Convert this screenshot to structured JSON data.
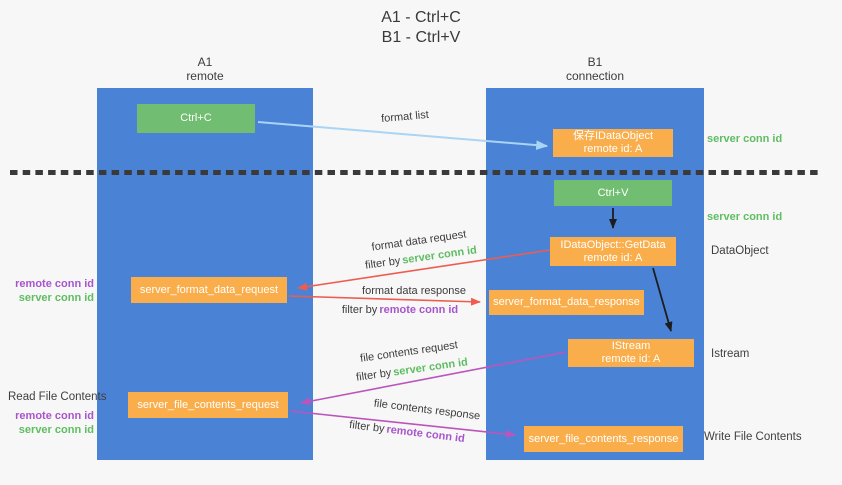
{
  "title": {
    "line1": "A1 - Ctrl+C",
    "line2": "B1 - Ctrl+V"
  },
  "columns": {
    "left": {
      "id": "A1",
      "role": "remote"
    },
    "right": {
      "id": "B1",
      "role": "connection"
    }
  },
  "nodes": {
    "ctrl_c": {
      "label": "Ctrl+C"
    },
    "ctrl_v": {
      "label": "Ctrl+V"
    },
    "save_idataobject": {
      "line1": "保存IDataObject",
      "line2": "remote id: A"
    },
    "getdata": {
      "line1": "IDataObject::GetData",
      "line2": "remote id: A"
    },
    "istream": {
      "line1": "IStream",
      "line2": "remote id: A"
    },
    "server_format_data_request": {
      "label": "server_format_data_request"
    },
    "server_format_data_response": {
      "label": "server_format_data_response"
    },
    "server_file_contents_request": {
      "label": "server_file_contents_request"
    },
    "server_file_contents_response": {
      "label": "server_file_contents_response"
    }
  },
  "side_labels": {
    "server_conn_id": "server conn id",
    "remote_conn_id": "remote conn id",
    "dataobject": "DataObject",
    "istream": "Istream",
    "read_file_contents": "Read File Contents",
    "write_file_contents": "Write File Contents"
  },
  "arrow_labels": {
    "format_list": "format list",
    "format_data_request": "format data request",
    "format_data_response": "format data response",
    "file_contents_request": "file contents request",
    "file_contents_response": "file contents response",
    "filter_by": "filter by",
    "filter_server": "server conn id",
    "filter_remote": "remote conn id"
  },
  "colors": {
    "background": "#f7f7f7",
    "column_blue": "#4a83d6",
    "box_green": "#71bd71",
    "box_orange": "#f9ae4b",
    "arrow_light_blue": "#aad4f4",
    "arrow_red": "#ee5c50",
    "arrow_purple": "#bb55bb",
    "arrow_black": "#1d1d1d",
    "divider_dark": "#3a3a3a",
    "text_green": "#5fbd62",
    "text_purple": "#a855cc",
    "text_dark": "#3f3f3f"
  }
}
